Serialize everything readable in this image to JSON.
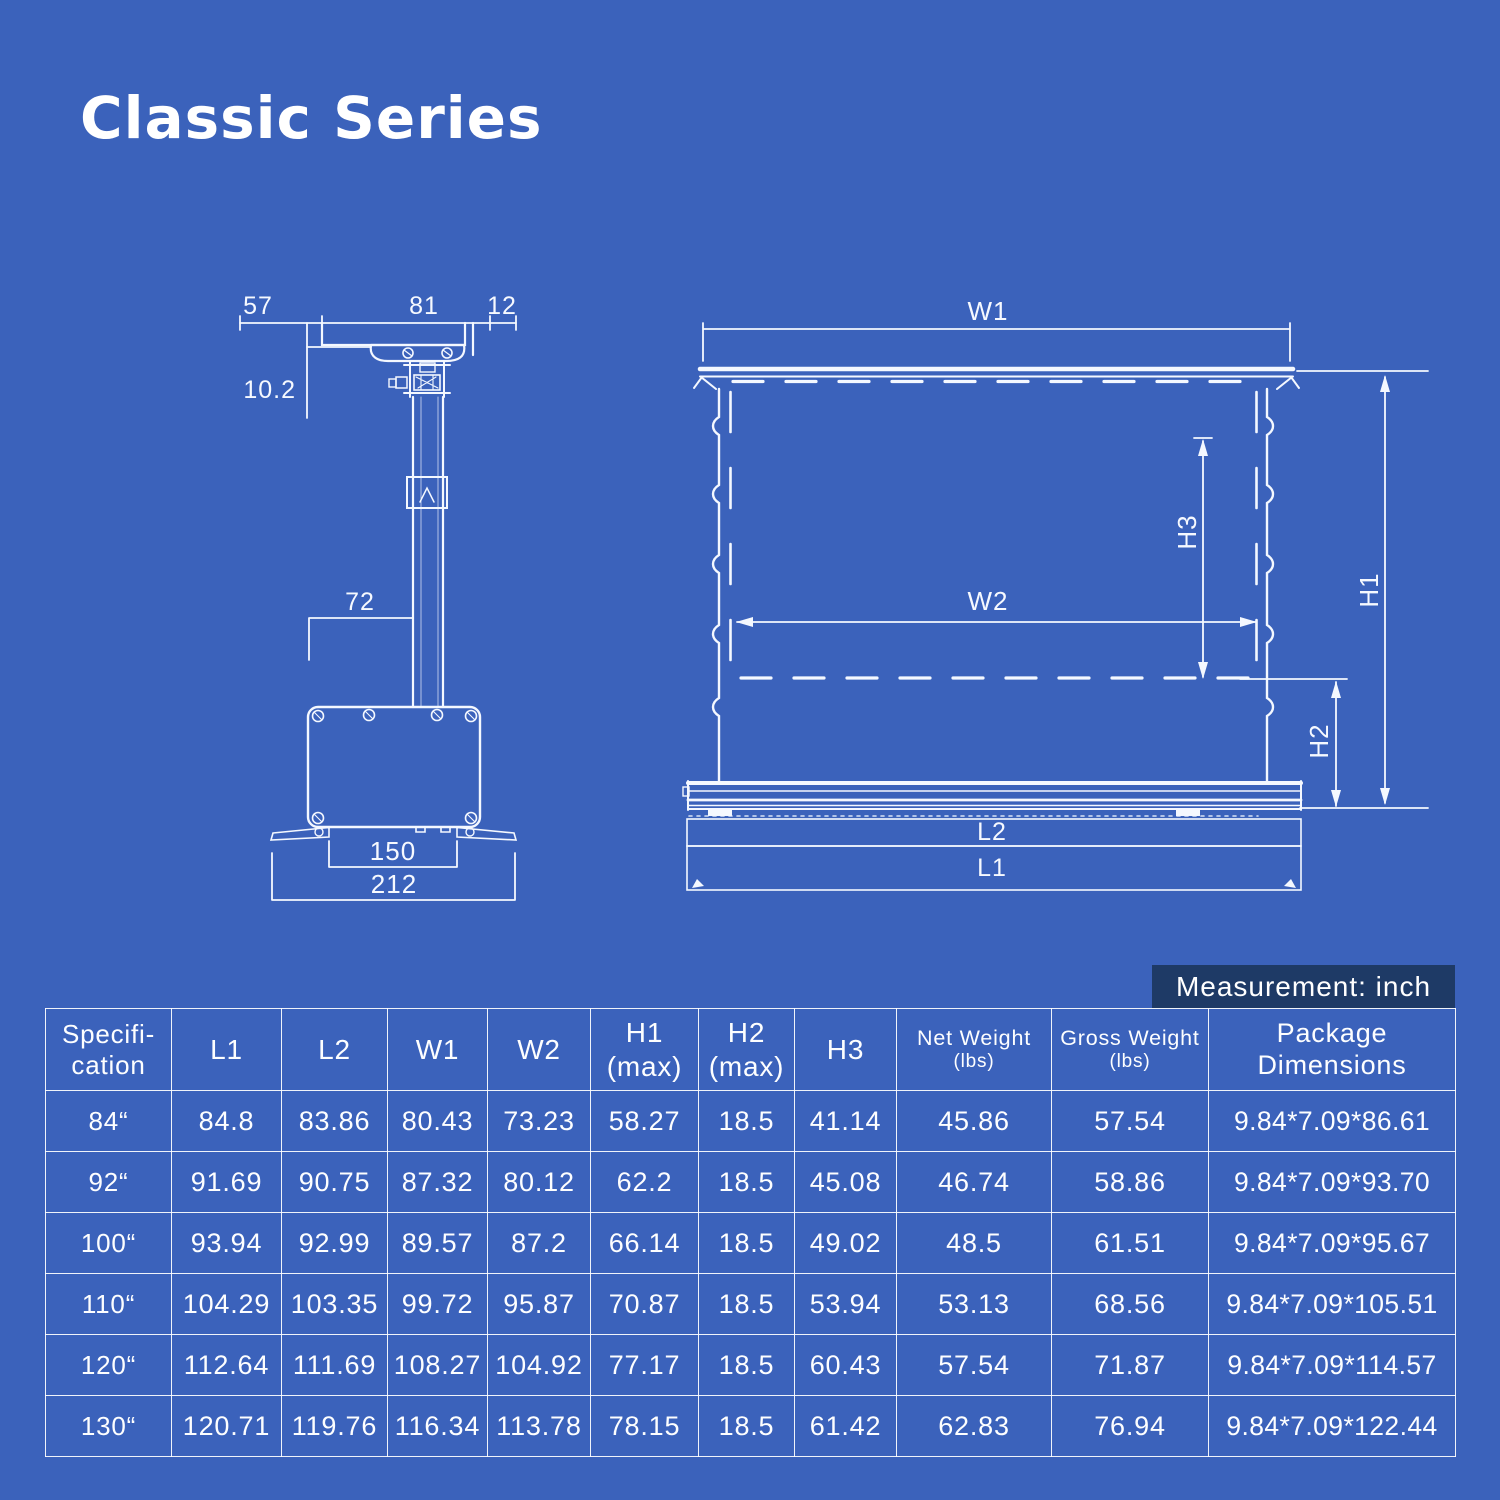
{
  "title": "Classic Series",
  "measurement_note": "Measurement: inch",
  "colors": {
    "background": "#3b62bb",
    "line": "#f4f8ff",
    "badge_background": "#1e3a66",
    "text": "#ffffff"
  },
  "side_view": {
    "dim_top_left": "57",
    "dim_top_mid": "81",
    "dim_top_right": "12",
    "dim_drop": "10.2",
    "dim_arm": "72",
    "dim_base_inner": "150",
    "dim_base_outer": "212"
  },
  "front_view": {
    "w1": "W1",
    "w2": "W2",
    "h1": "H1",
    "h2": "H2",
    "h3": "H3",
    "l1": "L1",
    "l2": "L2"
  },
  "table": {
    "headers": [
      [
        "Specifi-",
        "cation"
      ],
      [
        "L1"
      ],
      [
        "L2"
      ],
      [
        "W1"
      ],
      [
        "W2"
      ],
      [
        "H1",
        "(max)"
      ],
      [
        "H2",
        "(max)"
      ],
      [
        "H3"
      ],
      [
        "Net Weight",
        "(lbs)"
      ],
      [
        "Gross Weight",
        "(lbs)"
      ],
      [
        "Package",
        "Dimensions"
      ]
    ],
    "rows": [
      [
        "84“",
        "84.8",
        "83.86",
        "80.43",
        "73.23",
        "58.27",
        "18.5",
        "41.14",
        "45.86",
        "57.54",
        "9.84*7.09*86.61"
      ],
      [
        "92“",
        "91.69",
        "90.75",
        "87.32",
        "80.12",
        "62.2",
        "18.5",
        "45.08",
        "46.74",
        "58.86",
        "9.84*7.09*93.70"
      ],
      [
        "100“",
        "93.94",
        "92.99",
        "89.57",
        "87.2",
        "66.14",
        "18.5",
        "49.02",
        "48.5",
        "61.51",
        "9.84*7.09*95.67"
      ],
      [
        "110“",
        "104.29",
        "103.35",
        "99.72",
        "95.87",
        "70.87",
        "18.5",
        "53.94",
        "53.13",
        "68.56",
        "9.84*7.09*105.51"
      ],
      [
        "120“",
        "112.64",
        "111.69",
        "108.27",
        "104.92",
        "77.17",
        "18.5",
        "60.43",
        "57.54",
        "71.87",
        "9.84*7.09*114.57"
      ],
      [
        "130“",
        "120.71",
        "119.76",
        "116.34",
        "113.78",
        "78.15",
        "18.5",
        "61.42",
        "62.83",
        "76.94",
        "9.84*7.09*122.44"
      ]
    ]
  }
}
